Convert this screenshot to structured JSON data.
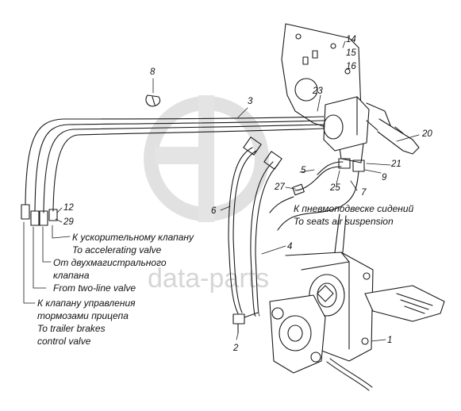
{
  "diagram": {
    "callouts": [
      "1",
      "2",
      "3",
      "4",
      "5",
      "6",
      "7",
      "8",
      "9",
      "12",
      "14",
      "15",
      "16",
      "20",
      "21",
      "23",
      "25",
      "27",
      "29"
    ],
    "notes": {
      "seats_ru": "К пневмоподвеске сидений",
      "seats_en": "To seats air suspension",
      "accel_ru": "К ускорительному клапану",
      "accel_en": "To accelerating valve",
      "twoline_ru_1": "От двухмагистрального",
      "twoline_ru_2": "клапана",
      "twoline_en": "From two-line valve",
      "trailer_ru_1": "К клапану управления",
      "trailer_ru_2": "тормозами прицепа",
      "trailer_en_1": "To trailer brakes",
      "trailer_en_2": "control valve"
    },
    "watermark": "data-parts",
    "colors": {
      "line": "#1a1a1a",
      "watermark": "#d6d6d6",
      "background": "#ffffff"
    }
  }
}
